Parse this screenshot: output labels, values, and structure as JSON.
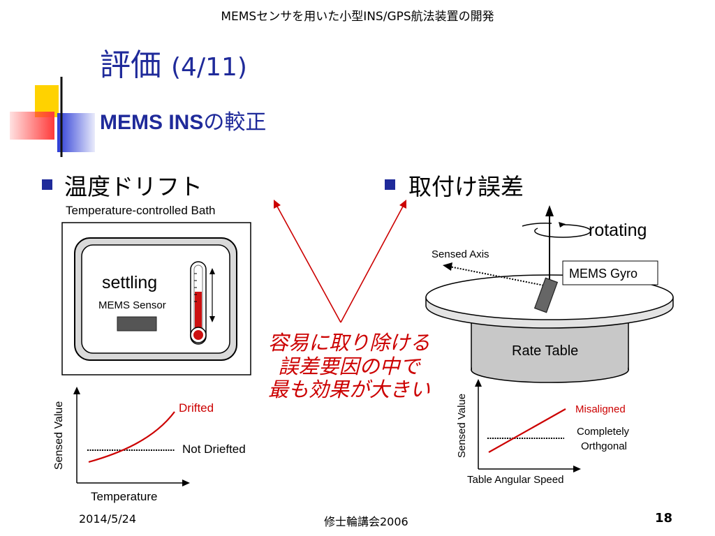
{
  "header": {
    "title": "MEMSセンサを用いた小型INS/GPS航法装置の開発"
  },
  "slide": {
    "title_main": "評価",
    "title_num": "(4/11)",
    "subtitle_bold": "MEMS INS",
    "subtitle_rest": "の較正"
  },
  "left": {
    "bullet": "温度ドリフト",
    "bath_label": "Temperature-controlled Bath",
    "settling": "settling",
    "sensor_label": "MEMS Sensor",
    "chart": {
      "ylabel": "Sensed Value",
      "xlabel": "Temperature",
      "drifted": "Drifted",
      "not_drifted": "Not Driefted"
    }
  },
  "center_note": {
    "line1": "容易に取り除ける",
    "line2": "誤差要因の中で",
    "line3": "最も効果が大きい"
  },
  "right": {
    "bullet": "取付け誤差",
    "rotating": "rotating",
    "sensed_axis": "Sensed Axis",
    "gyro_label": "MEMS Gyro",
    "table_label": "Rate Table",
    "chart": {
      "ylabel": "Sensed Value",
      "xlabel": "Table Angular Speed",
      "misaligned": "Misaligned",
      "completely": "Completely",
      "orthogonal": "Orthgonal"
    }
  },
  "footer": {
    "date": "2014/5/24",
    "event": "修士輪講会2006",
    "page": "18"
  },
  "colors": {
    "title_blue": "#1f2a9a",
    "accent_red": "#cc0000",
    "deco_yellow": "#ffd200",
    "deco_blue": "#2b3bd6",
    "deco_red": "#ff3a3a"
  }
}
